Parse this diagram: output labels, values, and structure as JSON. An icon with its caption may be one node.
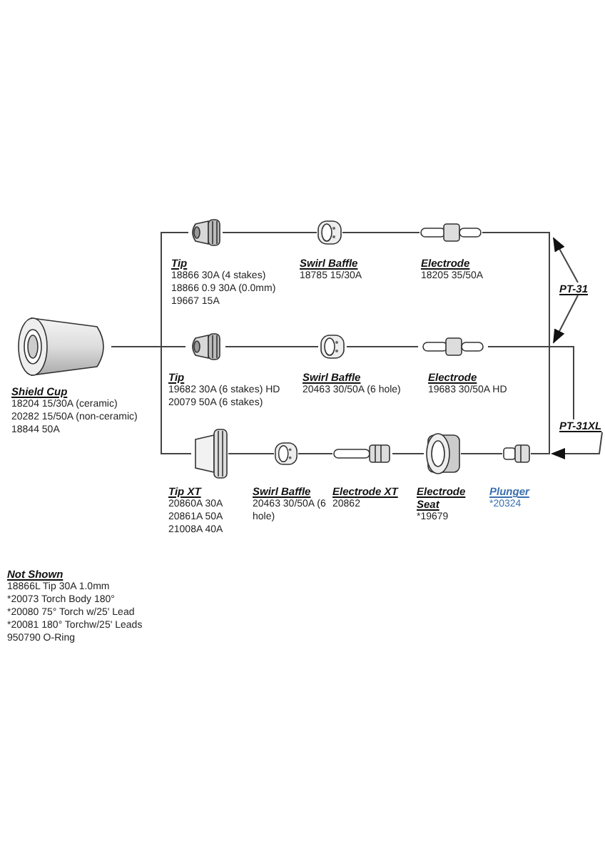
{
  "diagram": {
    "nodes": [
      {
        "text": [],
        "shape": "picture",
        "beside": [
          "Shield Cup",
          "18204 15/30A (ceramic)",
          "20282 15/50A (non-ceramic)",
          "18844 50A"
        ]
      },
      {
        "text": [],
        "shape": "picture",
        "beside": [
          "Tip",
          "18866 30A (4 stakes)",
          "18866 0.9 30A (0.0mm)",
          "19667 15A"
        ]
      },
      {
        "text": [],
        "shape": "picture",
        "beside": [
          "Swirl Baffle",
          "18785 15/30A"
        ]
      },
      {
        "text": [],
        "shape": "picture",
        "beside": [
          "Electrode",
          "18205 35/50A"
        ]
      },
      {
        "text": [],
        "shape": "picture",
        "beside": [
          "Tip",
          "19682 30A (6 stakes) HD",
          "20079 50A (6 stakes)"
        ]
      },
      {
        "text": [],
        "shape": "picture",
        "beside": [
          "Swirl Baffle",
          "20463 30/50A (6 hole)"
        ]
      },
      {
        "text": [],
        "shape": "picture",
        "beside": [
          "Electrode",
          "19683 30/50A HD"
        ]
      },
      {
        "text": [],
        "shape": "picture",
        "beside": [
          "Tip XT",
          "20860A 30A",
          "20861A 50A",
          "21008A 40A"
        ]
      },
      {
        "text": [],
        "shape": "picture",
        "beside": [
          "Swirl Baffle",
          "20463 30/50A (6 hole)"
        ]
      },
      {
        "text": [],
        "shape": "picture",
        "beside": [
          "Electrode XT",
          "20862"
        ]
      },
      {
        "text": [],
        "shape": "picture",
        "beside": [
          "Electrode Seat",
          "*19679"
        ]
      },
      {
        "text": [],
        "shape": "picture",
        "beside": [
          "Plunger",
          "*20324"
        ]
      },
      {
        "text": [
          "PT-31"
        ]
      },
      {
        "text": [
          "PT-31XL"
        ]
      }
    ],
    "edges": [
      {
        "from": 0,
        "to": 1,
        "arrow": "none"
      },
      {
        "from": 0,
        "to": 4,
        "arrow": "none"
      },
      {
        "from": 0,
        "to": 7,
        "arrow": "none"
      },
      {
        "from": 1,
        "to": 2,
        "arrow": "none"
      },
      {
        "from": 2,
        "to": 3,
        "arrow": "none"
      },
      {
        "from": 4,
        "to": 5,
        "arrow": "none"
      },
      {
        "from": 5,
        "to": 6,
        "arrow": "none"
      },
      {
        "from": 7,
        "to": 8,
        "arrow": "none"
      },
      {
        "from": 8,
        "to": 9,
        "arrow": "none"
      },
      {
        "from": 9,
        "to": 10,
        "arrow": "none"
      },
      {
        "from": 10,
        "to": 11,
        "arrow": "none"
      },
      {
        "from": 3,
        "to": 11,
        "arrow": "none"
      },
      {
        "from": 6,
        "to": 13,
        "arrow": "none"
      },
      {
        "from": 12,
        "to": null,
        "arrow": "to"
      },
      {
        "from": 12,
        "to": null,
        "arrow": "to"
      },
      {
        "from": 13,
        "to": null,
        "arrow": "to"
      }
    ],
    "labels": [
      "Not Shown",
      "18866L Tip 30A 1.0mm",
      "*20073 Torch Body 180°",
      "*20080 75° Torch w/25' Lead",
      "*20081 180° Torchw/25' Leads",
      "950790 O-Ring"
    ]
  }
}
